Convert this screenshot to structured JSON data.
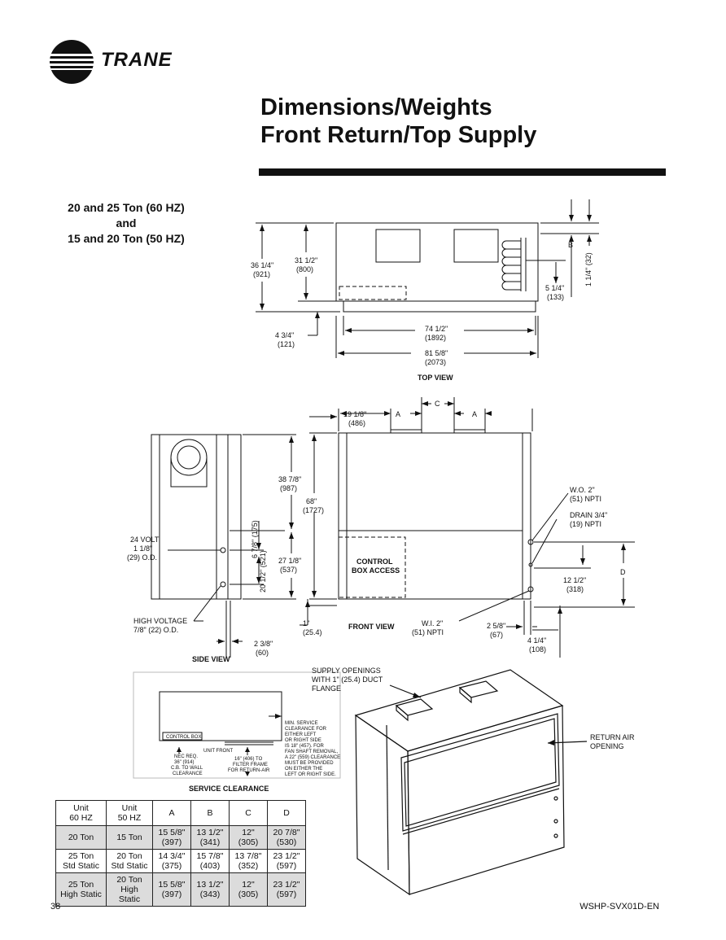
{
  "brand": {
    "name": "TRANE",
    "logo_icon": "trane-circle-logo-icon"
  },
  "title": {
    "line1": "Dimensions/Weights",
    "line2": "Front Return/Top Supply"
  },
  "model_heading": {
    "line1": "20 and 25 Ton (60 HZ)",
    "line2": "and",
    "line3": "15 and 20 Ton (50 HZ)"
  },
  "top_view": {
    "caption": "TOP VIEW",
    "d_36_1_4": "36 1/4\"",
    "d_921": "(921)",
    "d_31_1_2": "31 1/2\"",
    "d_800": "(800)",
    "d_4_3_4": "4 3/4\"",
    "d_121": "(121)",
    "d_74_1_2": "74 1/2\"",
    "d_1892": "(1892)",
    "d_81_5_8": "81 5/8\"",
    "d_2073": "(2073)",
    "b": "B",
    "d_1_1_4": "1 1/4\" (32)",
    "d_5_1_4": "5 1/4\"",
    "d_133": "(133)"
  },
  "front_view": {
    "caption": "FRONT VIEW",
    "d_19_1_8": "19 1/8\"",
    "d_486": "(486)",
    "a": "A",
    "c": "C",
    "d_38_7_8": "38 7/8\"",
    "d_987": "(987)",
    "d_68": "68\"",
    "d_1727": "(1727)",
    "d_27_1_8": "27 1/8\"",
    "d_537": "(537)",
    "d_1": "1\"",
    "d_25_4": "(25.4)",
    "control_box_1": "CONTROL",
    "control_box_2": "BOX ACCESS",
    "wo_1": "W.O. 2\"",
    "wo_2": "(51) NPTI",
    "drain_1": "DRAIN 3/4\"",
    "drain_2": "(19) NPTI",
    "wi_1": "W.I. 2\"",
    "wi_2": "(51) NPTI",
    "d_12_1_2": "12 1/2\"",
    "d_318": "(318)",
    "d": "D",
    "d_2_5_8": "2 5/8\"",
    "d_67": "(67)",
    "d_4_1_4": "4 1/4\"",
    "d_108": "(108)"
  },
  "side_view": {
    "caption": "SIDE VIEW",
    "volt_1": "24 VOLT",
    "volt_2": "1 1/8\"",
    "volt_3": "(29) O.D.",
    "d_6_7_8": "6 7/8\" (175)",
    "d_20_1_2": "20 1/2\" (521)",
    "hv_1": "HIGH VOLTAGE",
    "hv_2": "7/8\" (22) O.D.",
    "d_2_3_8": "2 3/8\"",
    "d_60": "(60)"
  },
  "service": {
    "caption": "SERVICE CLEARANCE",
    "control_box": "CONTROL BOX",
    "unit_front": "UNIT FRONT",
    "nec_1": "NEC REQ.",
    "nec_2": "36\" (914)",
    "nec_3": "C.B. TO WALL",
    "nec_4": "CLEARANCE",
    "filter_1": "16\" (406) TO",
    "filter_2": "FILTER FRAME",
    "filter_3": "FOR RETURN-AIR",
    "min_1": "MIN. SERVICE",
    "min_2": "CLEARANCE FOR",
    "min_3": "EITHER LEFT",
    "min_4": "OR RIGHT SIDE",
    "min_5": "IS 18\" (457). FOR",
    "min_6": "FAN SHAFT REMOVAL,",
    "min_7": "A 22\" (559) CLEARANCE",
    "min_8": "MUST BE PROVIDED",
    "min_9": "ON EITHER THE",
    "min_10": "LEFT OR RIGHT SIDE."
  },
  "iso_view": {
    "supply_1": "SUPPLY OPENINGS",
    "supply_2": "WITH 1\" (25.4) DUCT",
    "supply_3": "FLANGE",
    "return_1": "RETURN AIR",
    "return_2": "OPENING"
  },
  "table": {
    "headers": [
      "Unit\n60 HZ",
      "Unit\n50 HZ",
      "A",
      "B",
      "C",
      "D"
    ],
    "h1a": "Unit",
    "h1b": "60 HZ",
    "h2a": "Unit",
    "h2b": "50 HZ",
    "h3": "A",
    "h4": "B",
    "h5": "C",
    "h6": "D",
    "rows": [
      {
        "u60a": "20 Ton",
        "u60b": "",
        "u50a": "15 Ton",
        "u50b": "",
        "a1": "15 5/8\"",
        "a2": "(397)",
        "b1": "13 1/2\"",
        "b2": "(341)",
        "c1": "12\"",
        "c2": "(305)",
        "d1": "20 7/8\"",
        "d2": "(530)"
      },
      {
        "u60a": "25 Ton",
        "u60b": "Std Static",
        "u50a": "20 Ton",
        "u50b": "Std Static",
        "a1": "14 3/4\"",
        "a2": "(375)",
        "b1": "15 7/8\"",
        "b2": "(403)",
        "c1": "13 7/8\"",
        "c2": "(352)",
        "d1": "23 1/2\"",
        "d2": "(597)"
      },
      {
        "u60a": "25 Ton",
        "u60b": "High Static",
        "u50a": "20 Ton",
        "u50b": "High Static",
        "a1": "15 5/8\"",
        "a2": "(397)",
        "b1": "13 1/2\"",
        "b2": "(343)",
        "c1": "12\"",
        "c2": "(305)",
        "d1": "23 1/2\"",
        "d2": "(597)"
      }
    ]
  },
  "footer": {
    "page": "38",
    "doc": "WSHP-SVX01D-EN"
  }
}
